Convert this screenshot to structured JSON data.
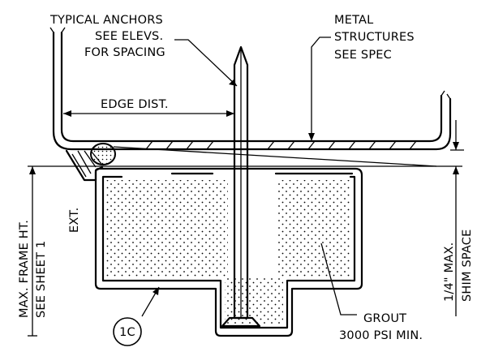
{
  "labels": {
    "anchors": [
      "TYPICAL ANCHORS",
      "SEE ELEVS.",
      "FOR SPACING"
    ],
    "metal": [
      "METAL",
      "STRUCTURES",
      "SEE SPEC"
    ],
    "edge": "EDGE DIST.",
    "frame": [
      "MAX. FRAME HT.",
      "SEE SHEET 1"
    ],
    "ext": "EXT.",
    "shim": [
      "1/4\" MAX.",
      "SHIM SPACE"
    ],
    "grout": [
      "GROUT",
      "3000 PSI MIN."
    ],
    "callout": "1C"
  },
  "colors": {
    "line": "#000000",
    "background": "#ffffff"
  }
}
